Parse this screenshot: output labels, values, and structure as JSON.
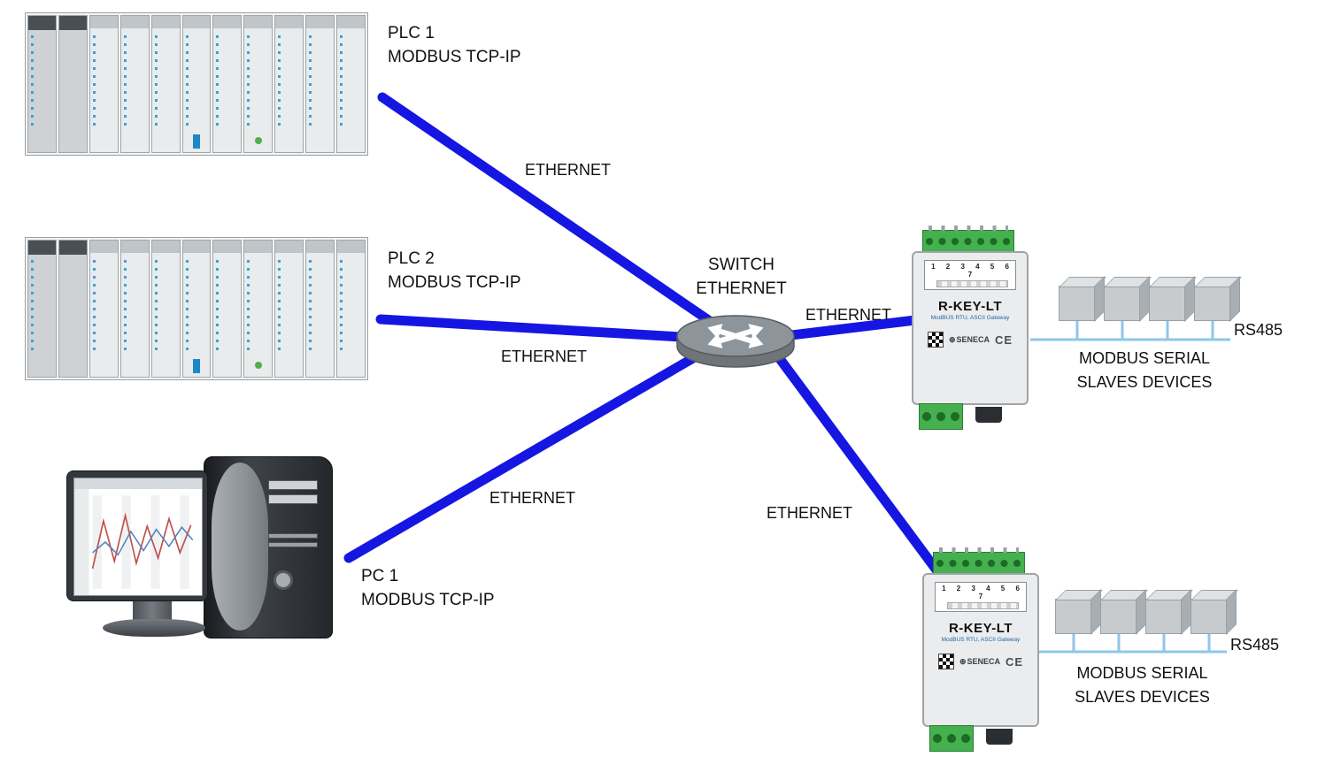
{
  "diagram": {
    "plc1": {
      "name": "PLC 1",
      "protocol": "MODBUS TCP-IP"
    },
    "plc2": {
      "name": "PLC 2",
      "protocol": "MODBUS TCP-IP"
    },
    "pc1": {
      "name": "PC 1",
      "protocol": "MODBUS TCP-IP"
    },
    "switch": {
      "name": "SWITCH",
      "type": "ETHERNET"
    },
    "links": {
      "plc1_to_switch": "ETHERNET",
      "plc2_to_switch": "ETHERNET",
      "pc1_to_switch": "ETHERNET",
      "switch_to_gateway_top": "ETHERNET",
      "switch_to_gateway_bottom": "ETHERNET"
    },
    "gateway": {
      "model": "R-KEY-LT",
      "subtitle": "ModBUS RTU, ASCII Gateway",
      "brand": "SENECA",
      "ce_mark": "CE",
      "dip_switch_numbers": "1 2 3 4 5 6 7"
    },
    "serial_top": {
      "label_line1": "MODBUS SERIAL",
      "label_line2": "SLAVES DEVICES",
      "bus_label": "RS485"
    },
    "serial_bottom": {
      "label_line1": "MODBUS SERIAL",
      "label_line2": "SLAVES DEVICES",
      "bus_label": "RS485"
    }
  },
  "colors": {
    "ethernet_line": "#1616e3",
    "rs485_line": "#8fc6ea"
  }
}
